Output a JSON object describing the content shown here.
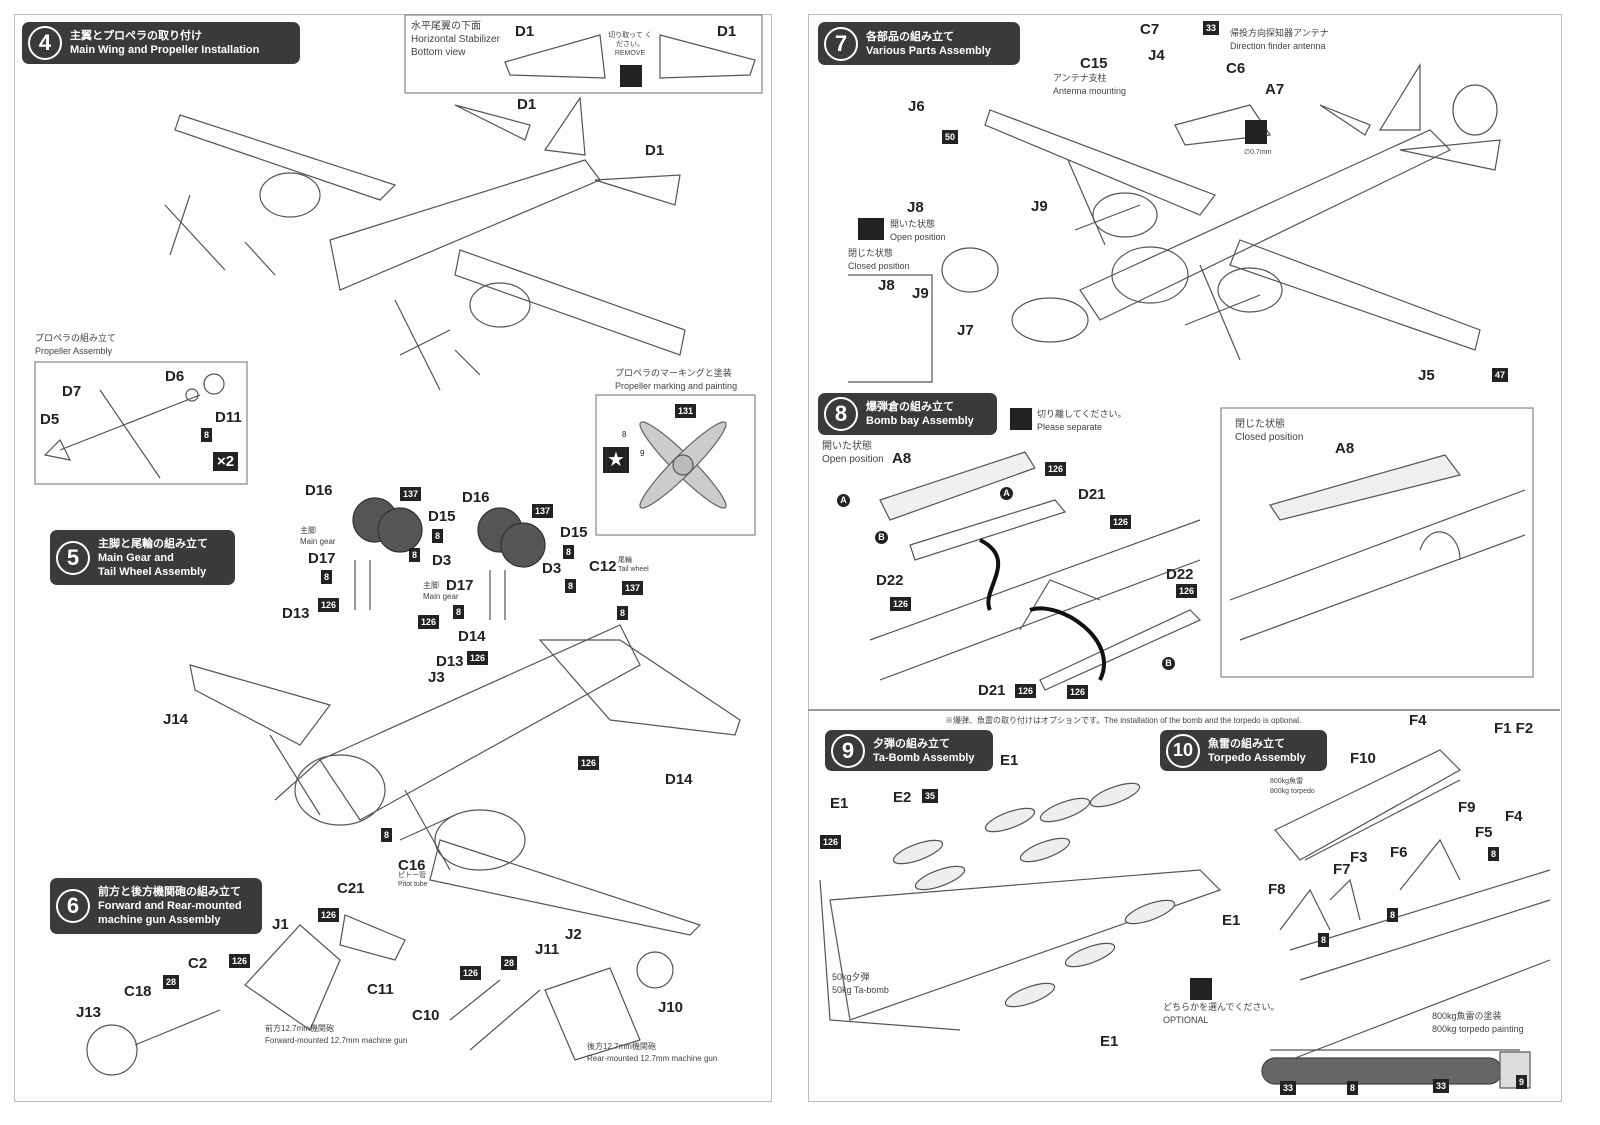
{
  "step4": {
    "number": "4",
    "title_ja": "主翼とプロペラの取り付け",
    "title_en": "Main Wing and Propeller Installation",
    "parts": [
      "D1",
      "D1"
    ]
  },
  "stabilizer": {
    "title_ja": "水平尾翼の下面",
    "title_en_1": "Horizontal Stabilizer",
    "title_en_2": "Bottom view",
    "parts": [
      "D1",
      "D1"
    ],
    "remove_ja": "切り取って ください。",
    "remove_en": "REMOVE"
  },
  "propeller_assembly": {
    "title_ja": "プロペラの組み立て",
    "title_en": "Propeller Assembly",
    "parts": [
      "D7",
      "D6",
      "D5",
      "D11"
    ],
    "paints": [
      "8"
    ],
    "quantity": "×2"
  },
  "propeller_marking": {
    "title_ja": "プロペラのマーキングと塗装",
    "title_en": "Propeller marking and painting",
    "paints": [
      "131",
      "8",
      "9"
    ]
  },
  "step5": {
    "number": "5",
    "title_ja": "主脚と尾輪の組み立て",
    "title_en_1": "Main Gear and",
    "title_en_2": "Tail Wheel Assembly",
    "parts": [
      "D16",
      "D15",
      "D17",
      "D3",
      "D16",
      "D15",
      "D17",
      "D3",
      "C12",
      "D13",
      "D14",
      "D13",
      "J3",
      "J14",
      "D14",
      "C16"
    ],
    "paints": [
      "137",
      "8",
      "8",
      "8",
      "8",
      "137",
      "8",
      "8",
      "137",
      "8",
      "126",
      "126",
      "126",
      "126",
      "8"
    ],
    "captions": {
      "main_gear_ja": "主脚",
      "main_gear_en": "Main gear",
      "tail_wheel_ja": "尾輪",
      "tail_wheel_en": "Tail wheel",
      "pitot_ja": "ピトー管",
      "pitot_en": "Pitot tube"
    }
  },
  "step6": {
    "number": "6",
    "title_ja": "前方と後方機関砲の組み立て",
    "title_en_1": "Forward and Rear-mounted",
    "title_en_2": "machine gun Assembly",
    "parts": [
      "C21",
      "J1",
      "C2",
      "C18",
      "C11",
      "J13",
      "J2",
      "J11",
      "C10",
      "J10"
    ],
    "paints": [
      "126",
      "126",
      "28",
      "126",
      "28"
    ],
    "captions": {
      "forward_ja": "前方12.7mm機関砲",
      "forward_en": "Forward-mounted 12.7mm machine gun",
      "rear_ja": "後方12.7mm機関砲",
      "rear_en": "Rear-mounted 12.7mm machine gun"
    }
  },
  "step7": {
    "number": "7",
    "title_ja": "各部品の組み立て",
    "title_en": "Various Parts Assembly",
    "parts": [
      "C7",
      "J4",
      "C6",
      "C15",
      "A7",
      "J6",
      "J8",
      "J9",
      "J8",
      "J9",
      "J7",
      "J5"
    ],
    "paints": [
      "33",
      "50",
      "47"
    ],
    "captions": {
      "df_ja": "帰投方向探知器アンテナ",
      "df_en": "Direction finder antenna",
      "ant_ja": "アンテナ支柱",
      "ant_en": "Antenna mounting",
      "open_ja": "開いた状態",
      "open_en": "Open position",
      "closed_ja": "閉じた状態",
      "closed_en": "Closed position",
      "drill": "∅0.7mm"
    }
  },
  "step8": {
    "number": "8",
    "title_ja": "爆弾倉の組み立て",
    "title_en": "Bomb bay Assembly",
    "parts": [
      "A8",
      "D21",
      "D22",
      "D22",
      "D21",
      "A8"
    ],
    "paints": [
      "126",
      "126",
      "126",
      "126",
      "126",
      "126"
    ],
    "markers": [
      "A",
      "A",
      "B",
      "B"
    ],
    "captions": {
      "separate_ja": "切り離してください。",
      "separate_en": "Please separate",
      "open_ja": "開いた状態",
      "open_en": "Open position",
      "closed_ja": "閉じた状態",
      "closed_en": "Closed position"
    }
  },
  "optional_note": "※爆弾、魚雷の取り付けはオプションです。The installation of the bomb and the torpedo is optional.",
  "step9": {
    "number": "9",
    "title_ja": "夕弾の組み立て",
    "title_en": "Ta-Bomb Assembly",
    "parts": [
      "E1",
      "E1",
      "E2",
      "E1",
      "E1"
    ],
    "paints": [
      "35",
      "126"
    ],
    "captions": {
      "bomb_ja": "50kg夕弾",
      "bomb_en": "50kg Ta-bomb",
      "optional_ja": "どちらかを選んでください。",
      "optional_en": "OPTIONAL"
    }
  },
  "step10": {
    "number": "10",
    "title_ja": "魚雷の組み立て",
    "title_en": "Torpedo Assembly",
    "parts": [
      "F4",
      "F1 F2",
      "F10",
      "F9",
      "F4",
      "F5",
      "F3",
      "F6",
      "F7",
      "F8"
    ],
    "paints": [
      "8",
      "8",
      "8",
      "33",
      "8",
      "33",
      "9"
    ],
    "captions": {
      "torpedo_ja": "800kg魚雷",
      "torpedo_en": "800kg torpedo",
      "painting_ja": "800kg魚雷の塗装",
      "painting_en": "800kg torpedo painting"
    }
  },
  "colors": {
    "badge": "#3a3a3a",
    "paint_box": "#222222",
    "line_art": "#555555",
    "torpedo": "#666666"
  }
}
